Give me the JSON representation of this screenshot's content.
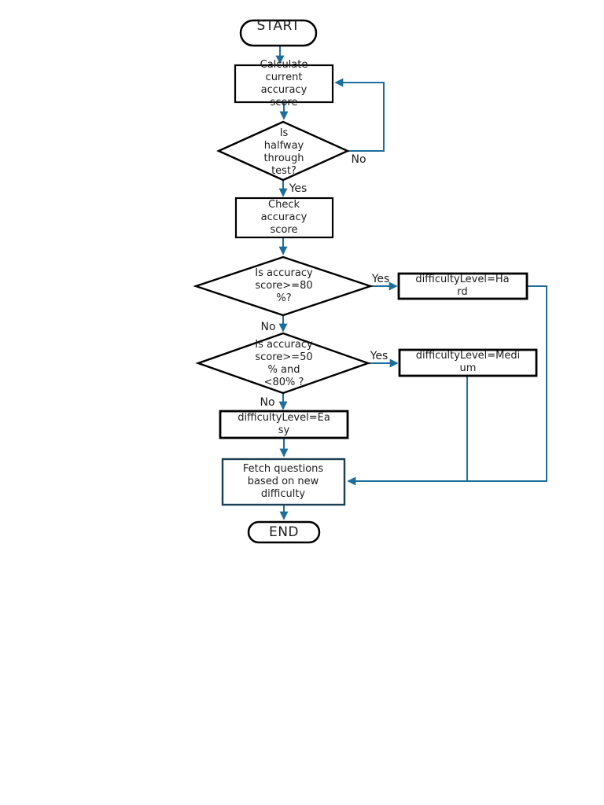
{
  "colors": {
    "background": "#ffffff",
    "shape_border": "#000000",
    "special_border": "#1b3f55",
    "arrow": "#1e6e9c",
    "text": "#1c1c1c"
  },
  "flowchart": {
    "nodes": {
      "start": {
        "type": "terminator",
        "label": "START"
      },
      "calculate": {
        "type": "process",
        "label": "Calculate\ncurrent\naccuracy\nscore"
      },
      "halfway_decision": {
        "type": "decision",
        "label": "Is\nhalfway\nthrough\ntest?"
      },
      "check": {
        "type": "process",
        "label": "Check\naccuracy\nscore"
      },
      "accuracy80_decision": {
        "type": "decision",
        "label": "Is accuracy\nscore>=80\n%?"
      },
      "hard": {
        "type": "process",
        "label": "difficultyLevel=Ha\nrd"
      },
      "accuracy50_decision": {
        "type": "decision",
        "label": "Is accuracy\nscore>=50\n% and\n<80% ?"
      },
      "medium": {
        "type": "process",
        "label": "difficultyLevel=Medi\num"
      },
      "easy": {
        "type": "process",
        "label": "difficultyLevel=Ea\nsy"
      },
      "fetch": {
        "type": "process",
        "label": "Fetch questions\nbased on new\ndifficulty"
      },
      "end": {
        "type": "terminator",
        "label": "END"
      }
    },
    "edge_labels": {
      "halfway_no": "No",
      "halfway_yes": "Yes",
      "acc80_yes": "Yes",
      "acc80_no": "No",
      "acc50_yes": "Yes",
      "acc50_no": "No"
    }
  }
}
